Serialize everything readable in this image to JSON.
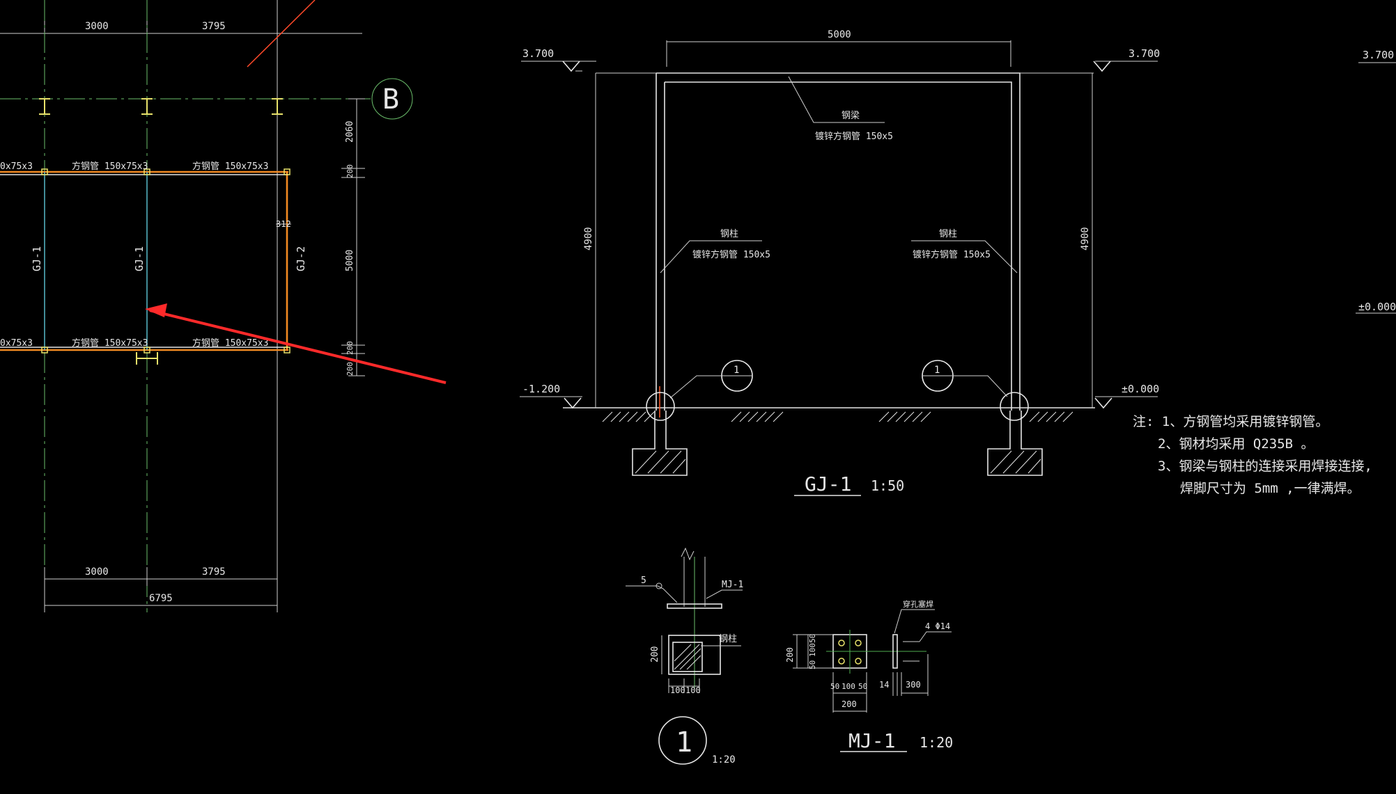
{
  "plan": {
    "dims_top": [
      "3000",
      "3795"
    ],
    "dims_bottom": [
      "3000",
      "3795"
    ],
    "dim_total": "6795",
    "axis_label": "B",
    "beam_labels": [
      "0x75x3",
      "方钢管 150x75x3",
      "方钢管 150x75x3"
    ],
    "col_labels": [
      "GJ-1",
      "GJ-1",
      "GJ-2"
    ],
    "right_dims": [
      "2060",
      "200",
      "5000",
      "200",
      "200"
    ],
    "dim_312": "312"
  },
  "elevation": {
    "span": "5000",
    "left_level_top": "3.700",
    "right_level_top": "3.700",
    "far_level_top": "3.700",
    "far_level_mid": "±0.000",
    "left_level_bottom": "-1.200",
    "right_level_bottom": "±0.000",
    "height_left": "4900",
    "height_right": "4900",
    "beam_label": [
      "钢梁",
      "镀锌方钢管  150x5"
    ],
    "col_left_label": [
      "钢柱",
      "镀锌方钢管  150x5"
    ],
    "col_right_label": [
      "钢柱",
      "镀锌方钢管  150x5"
    ],
    "detail_num": "1",
    "title": "GJ-1",
    "scale": "1:50"
  },
  "notes": [
    "注: 1、方钢管均采用镀锌钢管。",
    "2、钢材均采用   Q235B 。",
    "3、钢梁与钢柱的连接采用焊接连接,",
    "焊脚尺寸为   5mm  ,一律满焊。"
  ],
  "detail1": {
    "weld": "5",
    "mj_label": "MJ-1",
    "col_label": "钢柱",
    "dim_v": "200",
    "dims_h": [
      "100",
      "100"
    ],
    "title": "1",
    "scale": "1:20"
  },
  "mj1": {
    "weld_note": "穿孔塞焊",
    "bolt_note": "4 Φ14",
    "dim_v": "200",
    "dims_v_split": [
      "50",
      "100",
      "50"
    ],
    "dims_h": [
      "50",
      "100",
      "50"
    ],
    "dim_total": "200",
    "dim_14": "14",
    "dim_300": "300",
    "title": "MJ-1",
    "scale": "1:20"
  },
  "colors": {
    "background": "#000000",
    "line": "#e6e6e6",
    "beam": "#f28a22",
    "column": "#5fc9d8",
    "arrow": "#ff2a2a",
    "axis": "#6cc06c"
  }
}
